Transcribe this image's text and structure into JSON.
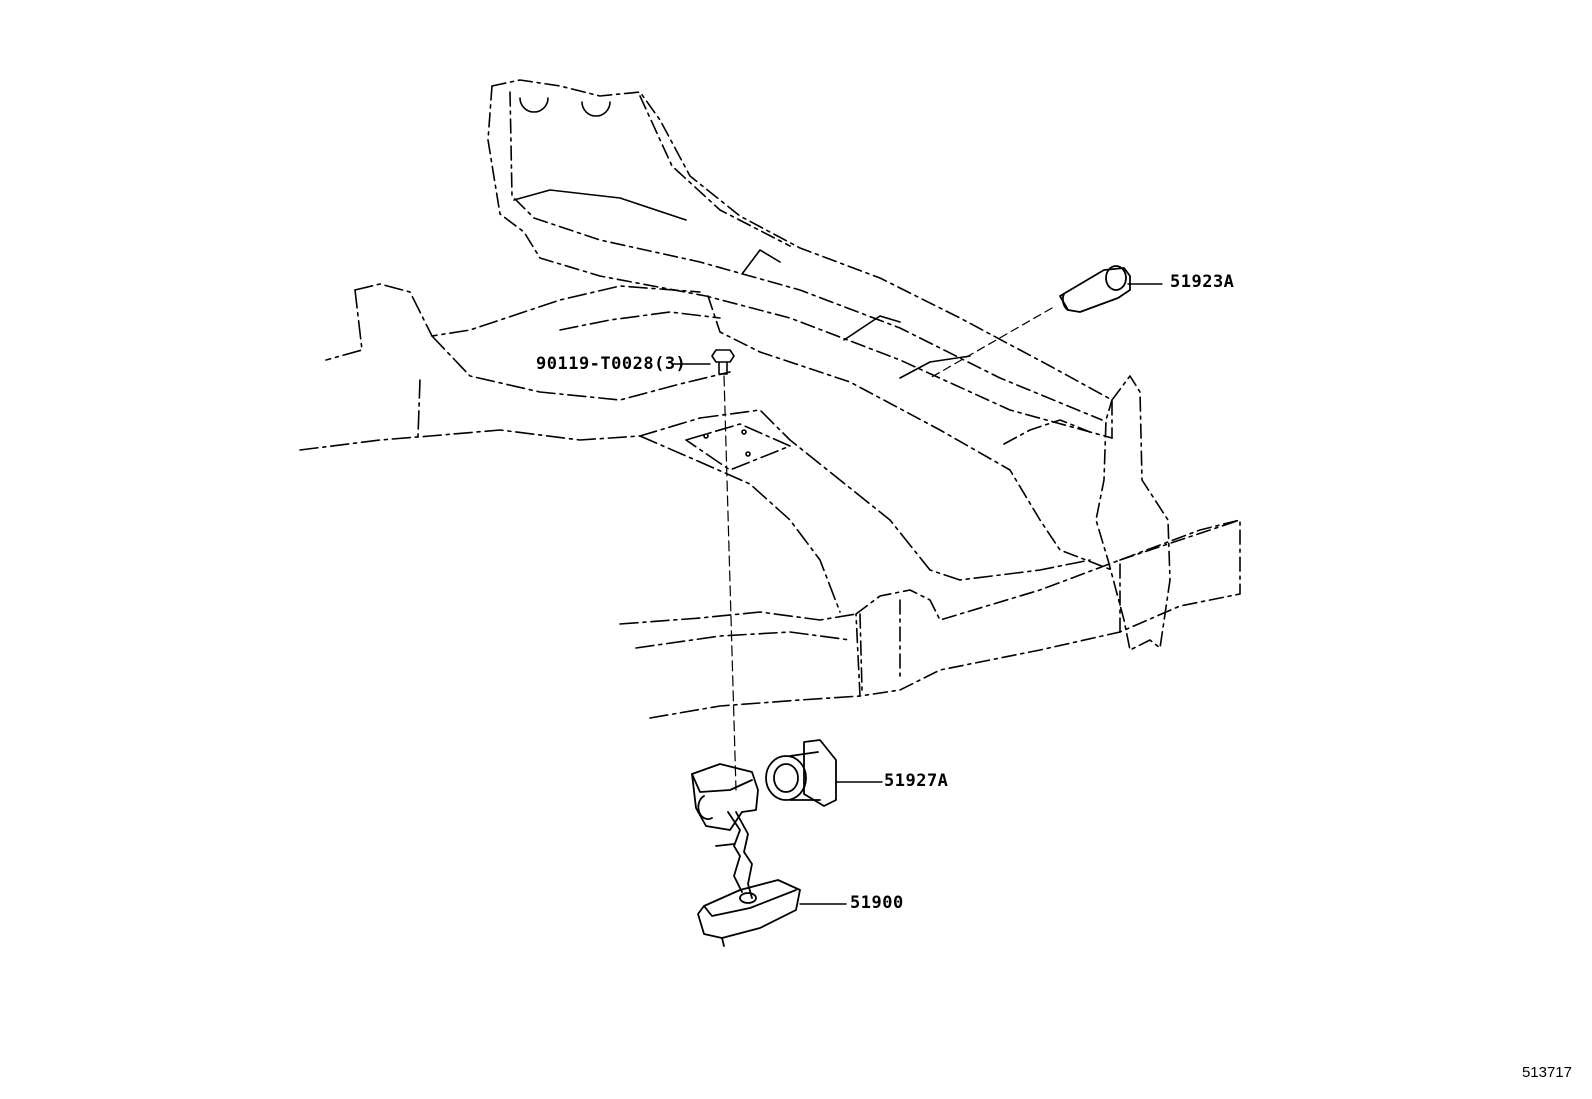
{
  "parts": [
    {
      "id": "p1",
      "number": "51923A"
    },
    {
      "id": "p2",
      "number": "90119-T0028(3)"
    },
    {
      "id": "p3",
      "number": "51927A"
    },
    {
      "id": "p4",
      "number": "51900"
    }
  ],
  "diagram_ref": "513717"
}
